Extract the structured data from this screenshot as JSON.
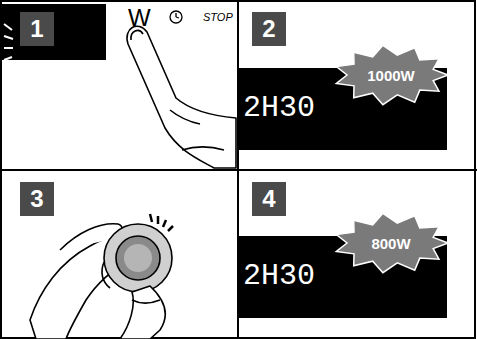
{
  "diagram": {
    "nodes": [
      {
        "text": [
          "1000W"
        ]
      },
      {
        "text": [
          "800W"
        ]
      }
    ],
    "labels": [
      "1",
      "W",
      "STOP",
      "2",
      "2H30",
      "3",
      "4",
      "2H30"
    ]
  }
}
